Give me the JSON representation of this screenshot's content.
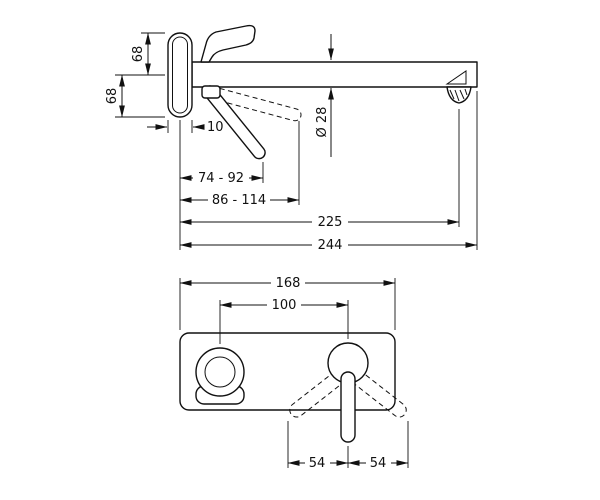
{
  "colors": {
    "line": "#111111",
    "background": "#ffffff"
  },
  "side_view": {
    "dims": {
      "plate_upper_height": "68",
      "plate_lower_height": "68",
      "plate_depth": "10",
      "spout_diameter": "Ø 28",
      "handle_projection_min": "74 - 92",
      "handle_projection_max": "86 - 114",
      "spout_reach": "225",
      "total_projection": "244"
    }
  },
  "front_view": {
    "dims": {
      "plate_width": "168",
      "spout_to_handle_distance": "100",
      "handle_swing_left": "54",
      "handle_swing_right": "54"
    }
  }
}
